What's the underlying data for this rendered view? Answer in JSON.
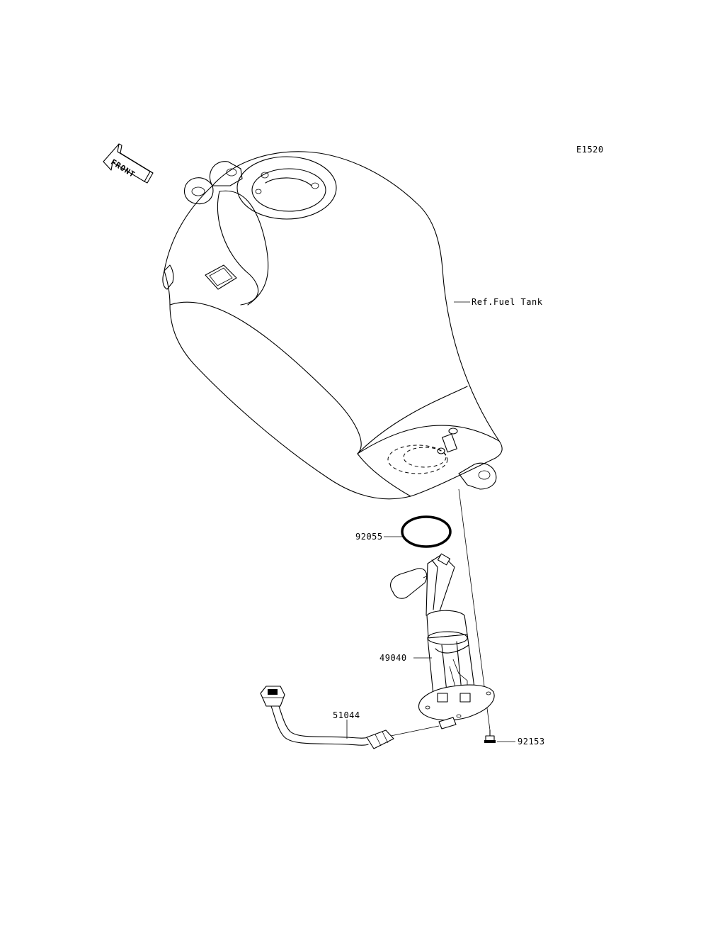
{
  "diagram_code": "E1520",
  "front_marker": "FRONT",
  "parts": {
    "fuel_tank_ref": "Ref.Fuel Tank",
    "o_ring": "92055",
    "fuel_pump": "49040",
    "hose": "51044",
    "bolt": "92153"
  },
  "colors": {
    "line": "#000000",
    "background": "#ffffff"
  }
}
